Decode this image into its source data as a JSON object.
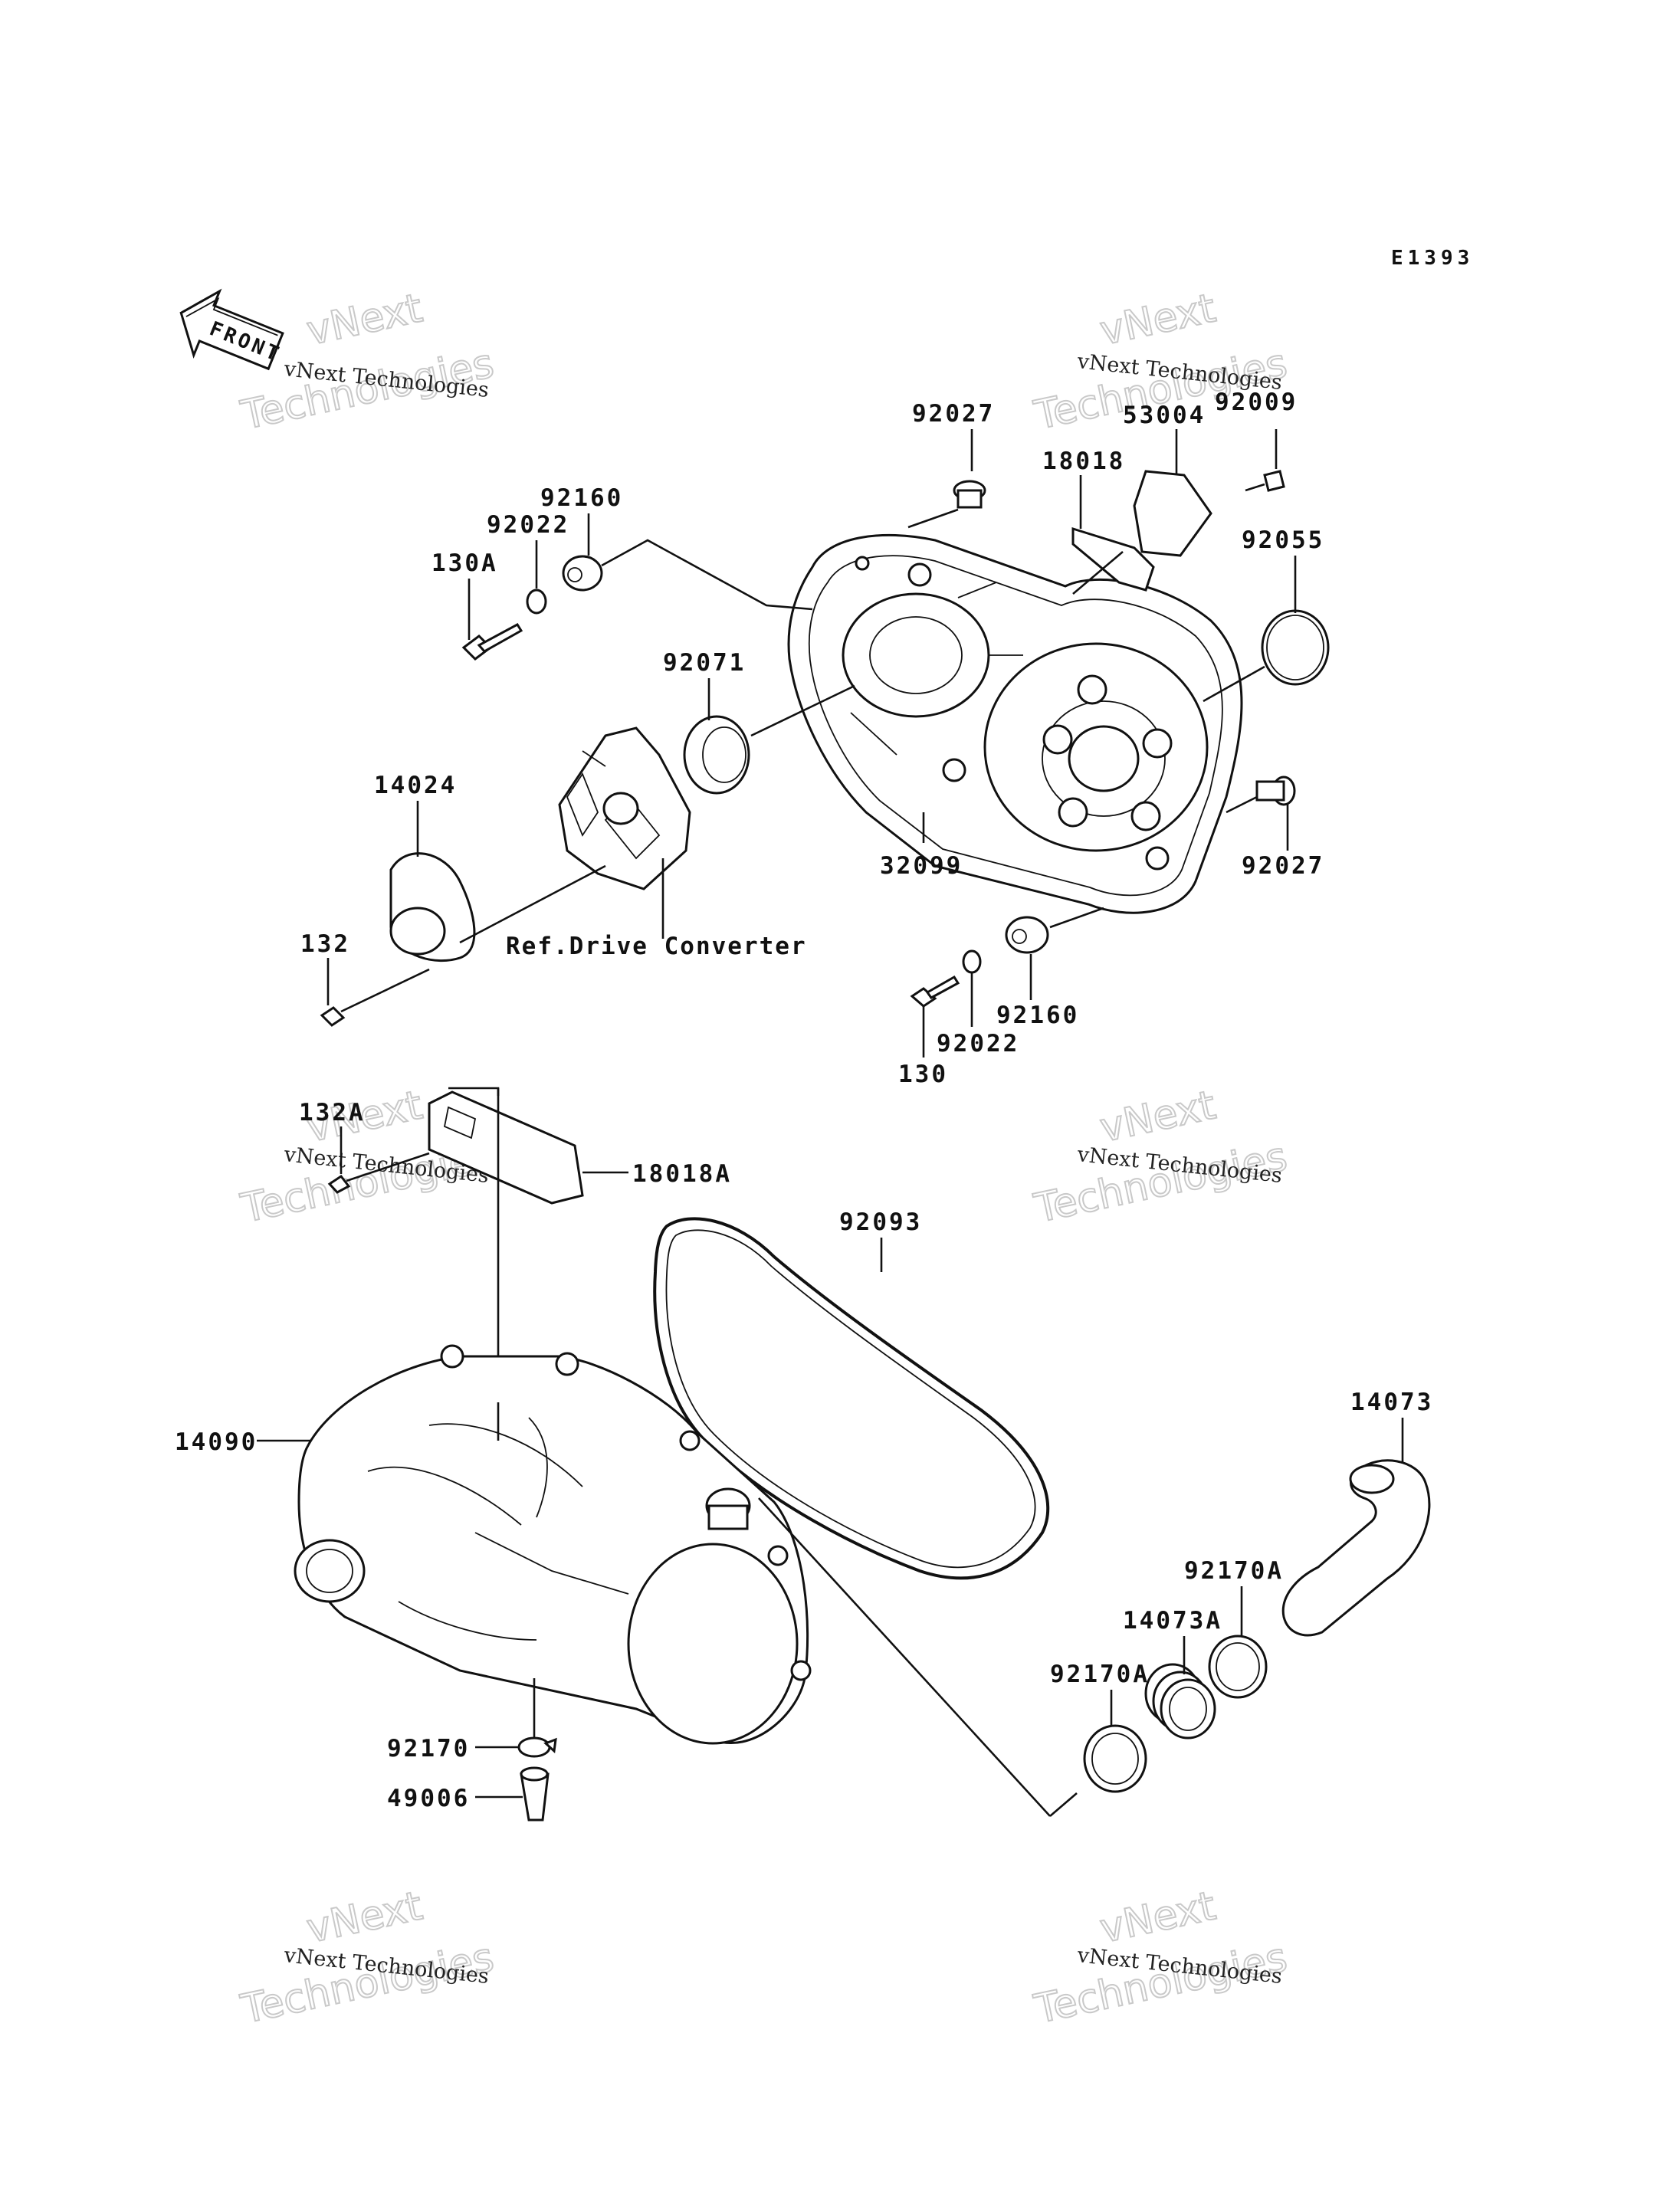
{
  "diagram_code": "E1393",
  "front_label": "FRONT",
  "ref_label": "Ref.Drive Converter",
  "watermark": {
    "line1": "vNext Technologies",
    "line2_big": "vNext",
    "line3_big": "Technologies"
  },
  "parts": [
    {
      "id": "92027_top",
      "number": "92027"
    },
    {
      "id": "53004",
      "number": "53004"
    },
    {
      "id": "92009",
      "number": "92009"
    },
    {
      "id": "18018",
      "number": "18018"
    },
    {
      "id": "92055",
      "number": "92055"
    },
    {
      "id": "92160_top",
      "number": "92160"
    },
    {
      "id": "92022_top",
      "number": "92022"
    },
    {
      "id": "130A",
      "number": "130A"
    },
    {
      "id": "92071",
      "number": "92071"
    },
    {
      "id": "14024",
      "number": "14024"
    },
    {
      "id": "132",
      "number": "132"
    },
    {
      "id": "32099",
      "number": "32099"
    },
    {
      "id": "92027_right",
      "number": "92027"
    },
    {
      "id": "92022_bottom",
      "number": "92022"
    },
    {
      "id": "92160_bottom",
      "number": "92160"
    },
    {
      "id": "130",
      "number": "130"
    },
    {
      "id": "132A",
      "number": "132A"
    },
    {
      "id": "18018A",
      "number": "18018A"
    },
    {
      "id": "92093",
      "number": "92093"
    },
    {
      "id": "14090",
      "number": "14090"
    },
    {
      "id": "14073",
      "number": "14073"
    },
    {
      "id": "92170A_right",
      "number": "92170A"
    },
    {
      "id": "14073A",
      "number": "14073A"
    },
    {
      "id": "92170A_left",
      "number": "92170A"
    },
    {
      "id": "92170",
      "number": "92170"
    },
    {
      "id": "49006",
      "number": "49006"
    }
  ]
}
